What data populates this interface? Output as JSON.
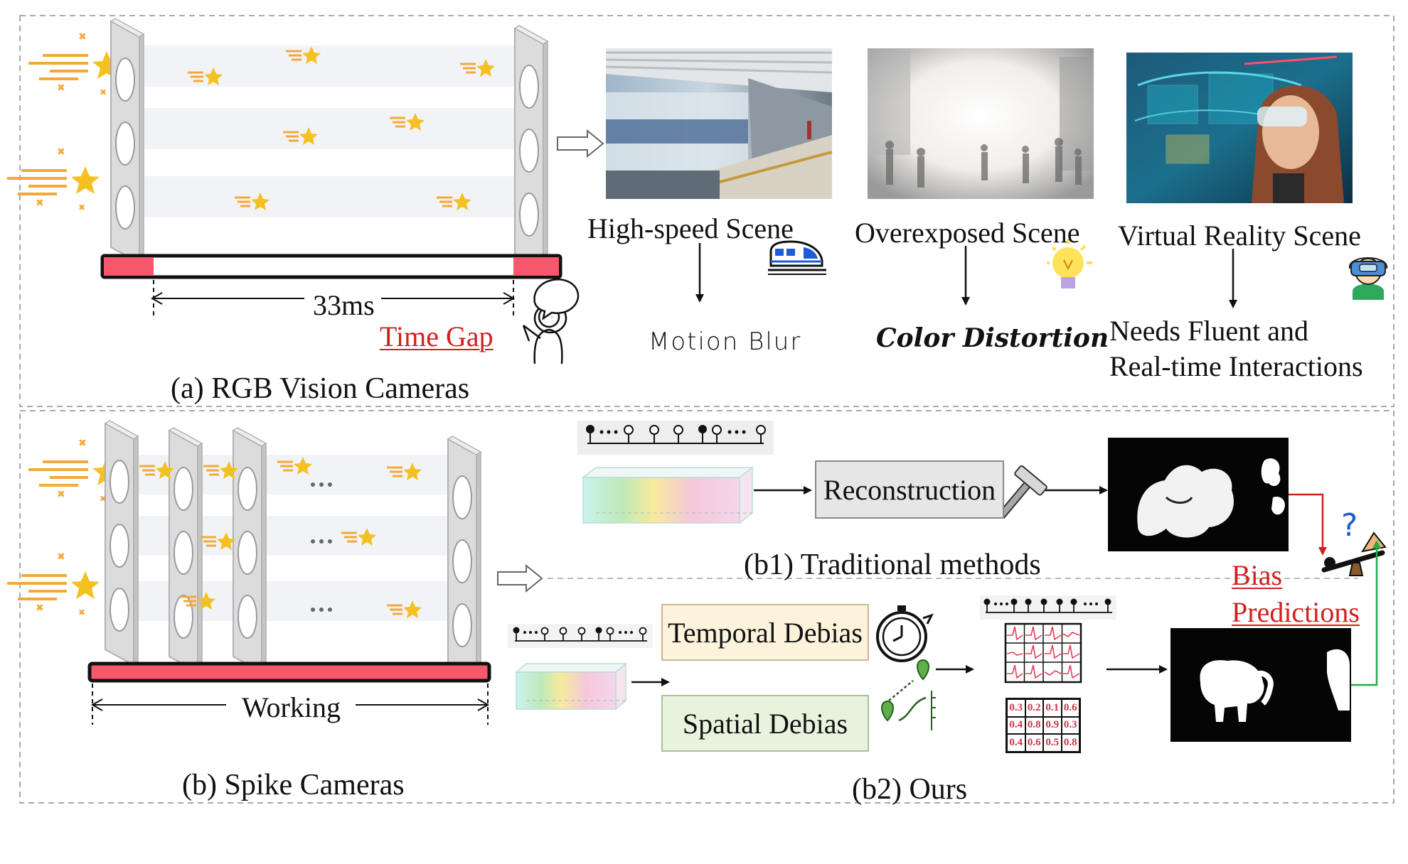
{
  "panel_a": {
    "caption": "(a) RGB Vision Cameras",
    "duration": "33ms",
    "time_gap": "Time Gap",
    "scenes": [
      {
        "title": "High-speed Scene",
        "effect": "Motion Blur"
      },
      {
        "title": "Overexposed Scene",
        "effect": "Color Distortion"
      },
      {
        "title": "Virtual Reality Scene",
        "effect_line1": "Needs Fluent and",
        "effect_line2": "Real-time Interactions"
      }
    ]
  },
  "panel_b": {
    "caption": "(b) Spike Cameras",
    "working": "Working",
    "b1_caption": "(b1) Traditional methods",
    "reconstruction": "Reconstruction",
    "b2_caption": "(b2) Ours",
    "temporal": "Temporal Debias",
    "spatial": "Spatial Debias",
    "bias_line1": "Bias",
    "bias_line2": "Predictions",
    "matrix": [
      [
        "0.3",
        "0.2",
        "0.1",
        "0.6"
      ],
      [
        "0.4",
        "0.8",
        "0.9",
        "0.3"
      ],
      [
        "0.4",
        "0.6",
        "0.5",
        "0.8"
      ]
    ]
  },
  "colors": {
    "bar_red": "#f7586c",
    "accent_red": "#d21f1f",
    "accent_green": "#1fae4a",
    "temporal_fill": "#fdf3dc",
    "spatial_fill": "#e8f3dd",
    "recon_fill": "#e6e6e6",
    "star": "#f5c021"
  }
}
